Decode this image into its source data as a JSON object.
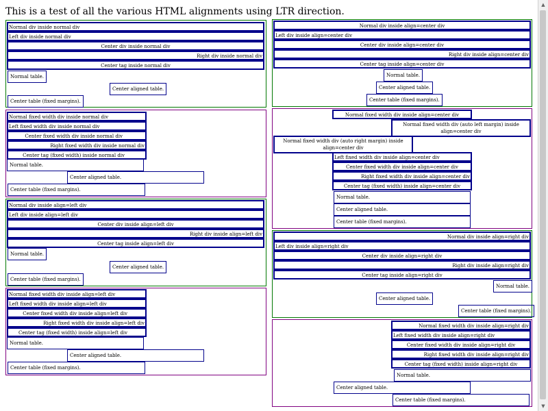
{
  "page": {
    "title": "This is a test of all the various HTML alignments using LTR direction."
  },
  "panes": {
    "p1": {
      "divs": [
        "Normal div inside normal div",
        "Left div inside normal div",
        "Center div inside normal div",
        "Right div inside normal div",
        "Center tag inside normal div"
      ],
      "tables": [
        "Normal table.",
        "Center aligned table.",
        "Center table (fixed margins)."
      ]
    },
    "p2": {
      "divs": [
        "Normal fixed width div inside normal div",
        "Left fixed width div inside normal div",
        "Center fixed width div inside normal div",
        "Right fixed width div inside normal div",
        "Center tag (fixed width) inside normal div"
      ],
      "tables": [
        "Normal table.",
        "Center aligned table.",
        "Center table (fixed margins)."
      ]
    },
    "p3": {
      "divs": [
        "Normal div inside align=left div",
        "Left div inside align=left div",
        "Center div inside align=left div",
        "Right div inside align=left div",
        "Center tag inside align=left div"
      ],
      "tables": [
        "Normal table.",
        "Center aligned table.",
        "Center table (fixed margins)."
      ]
    },
    "p4": {
      "divs": [
        "Normal fixed width div inside align=left div",
        "Left fixed width div inside align=left div",
        "Center fixed width div inside align=left div",
        "Right fixed width div inside align=left div",
        "Center tag (fixed width) inside align=left div"
      ],
      "tables": [
        "Normal table.",
        "Center aligned table.",
        "Center table (fixed margins)."
      ]
    },
    "p5": {
      "divs": [
        "Normal div inside align=center div",
        "Left div inside align=center div",
        "Center div inside align=center div",
        "Right div inside align=center div",
        "Center tag inside align=center div"
      ],
      "tables": [
        "Normal table.",
        "Center aligned table.",
        "Center table (fixed margins)."
      ]
    },
    "p6": {
      "divs": [
        "Normal fixed width div inside align=center div",
        "Normal fixed width div (auto left margin) inside align=center div",
        "Normal fixed width div (auto right margin) inside align=center div",
        "Left fixed width div inside align=center div",
        "Center fixed width div inside align=center div",
        "Right fixed width div inside align=center div",
        "Center tag (fixed width) inside align=center div"
      ],
      "tables": [
        "Normal table.",
        "Center aligned table.",
        "Center table (fixed margins)."
      ]
    },
    "p7": {
      "divs": [
        "Normal div inside align=right div",
        "Left div inside align=right div",
        "Center div inside align=right div",
        "Right div inside align=right div",
        "Center tag inside align=right div"
      ],
      "tables": [
        "Normal table.",
        "Center aligned table.",
        "Center table (fixed margins)."
      ]
    },
    "p8": {
      "divs": [
        "Normal fixed width div inside align=right div",
        "Left fixed width div inside align=right div",
        "Center fixed width div inside align=right div",
        "Right fixed width div inside align=right div",
        "Center tag (fixed width) inside align=right div"
      ],
      "tables": [
        "Normal table.",
        "Center aligned table.",
        "Center table (fixed margins)."
      ]
    }
  }
}
